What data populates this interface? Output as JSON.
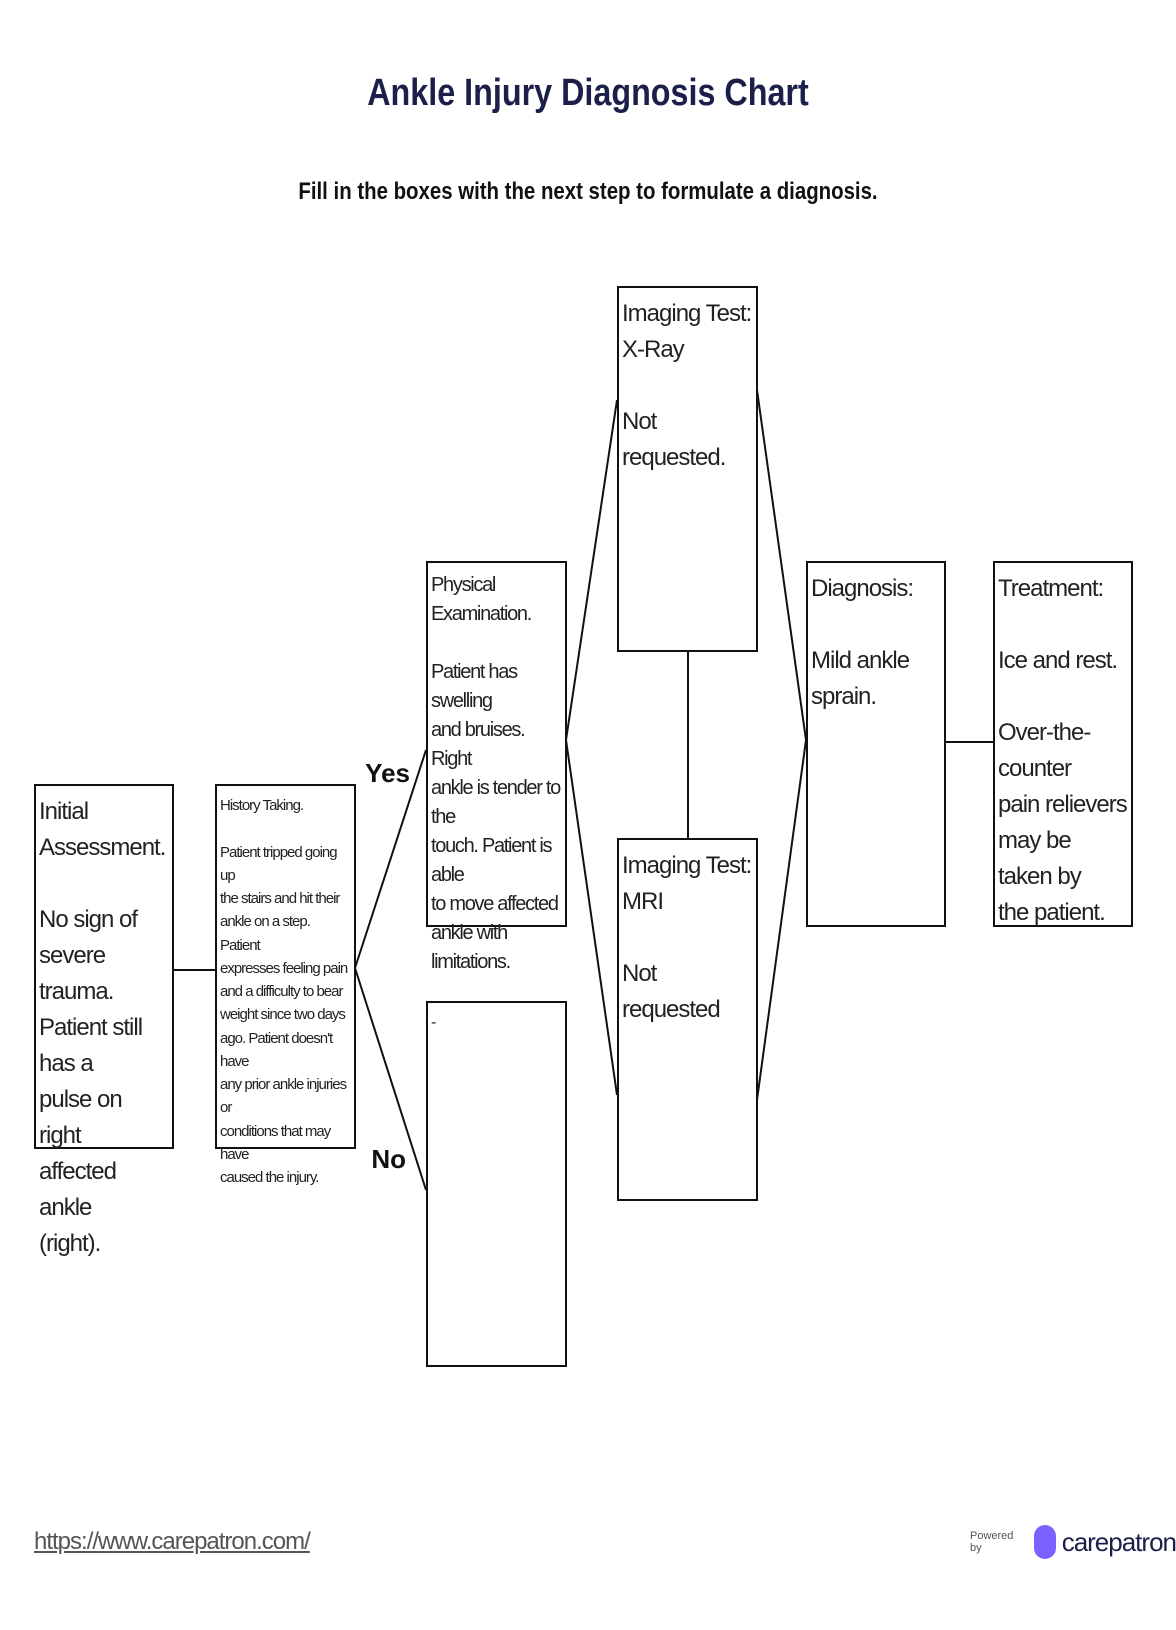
{
  "title": "Ankle Injury Diagnosis Chart",
  "subtitle": "Fill in the boxes with the next step to formulate a diagnosis.",
  "boxes": {
    "initial": "Initial\nAssessment.\n\nNo sign of\nsevere trauma.\nPatient still has a\npulse on right\naffected ankle\n(right).",
    "history": "History Taking.\n\nPatient tripped going up\nthe stairs and hit their\nankle on a step. Patient\nexpresses feeling pain\nand a difficulty to bear\nweight since two days\nago. Patient doesn't have\nany prior ankle injuries or\nconditions that may have\ncaused the injury.",
    "physical": "Physical\nExamination.\n\nPatient has swelling\nand bruises. Right\nankle is tender to the\ntouch. Patient is able\nto move affected\nankle with\nlimitations.",
    "empty": "-",
    "xray": "Imaging Test:\nX-Ray\n\nNot requested.",
    "mri": "Imaging Test:\nMRI\n\nNot requested",
    "diagnosis": "Diagnosis:\n\nMild ankle\nsprain.",
    "treatment": "Treatment:\n\nIce and rest.\n\nOver-the-counter\npain relievers\nmay be taken by\nthe patient."
  },
  "labels": {
    "yes": "Yes",
    "no": "No"
  },
  "footer": {
    "url": "https://www.carepatron.com/",
    "powered_by": "Powered by",
    "brand": "carepatron"
  }
}
